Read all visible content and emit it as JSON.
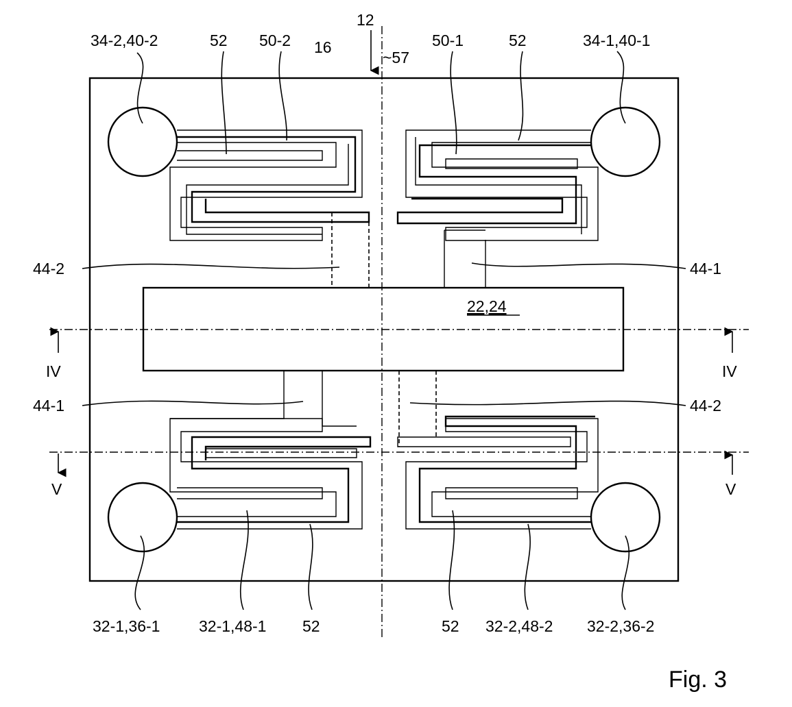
{
  "figure": {
    "fig_label": "Fig. 3",
    "labels": {
      "ref_12": "12",
      "ref_57": "~57",
      "ref_16": "16",
      "pad_tl": "34-2,40-2",
      "pad_tr": "34-1,40-1",
      "pad_bl": "32-1,36-1",
      "pad_br": "32-2,36-2",
      "meander_tl_52": "52",
      "meander_tl_ref": "50-2",
      "meander_tr_ref": "50-1",
      "meander_tr_52": "52",
      "meander_bl_ref": "32-1,48-1",
      "meander_bl_52": "52",
      "meander_br_52": "52",
      "meander_br_ref": "32-2,48-2",
      "beam_44_2_left": "44-2",
      "beam_44_1_right": "44-1",
      "beam_44_1_left": "44-1",
      "beam_44_2_right": "44-2",
      "mass": "22,24",
      "section_iv_left": "IV",
      "section_iv_right": "IV",
      "section_v_left": "V",
      "section_v_right": "V"
    }
  }
}
